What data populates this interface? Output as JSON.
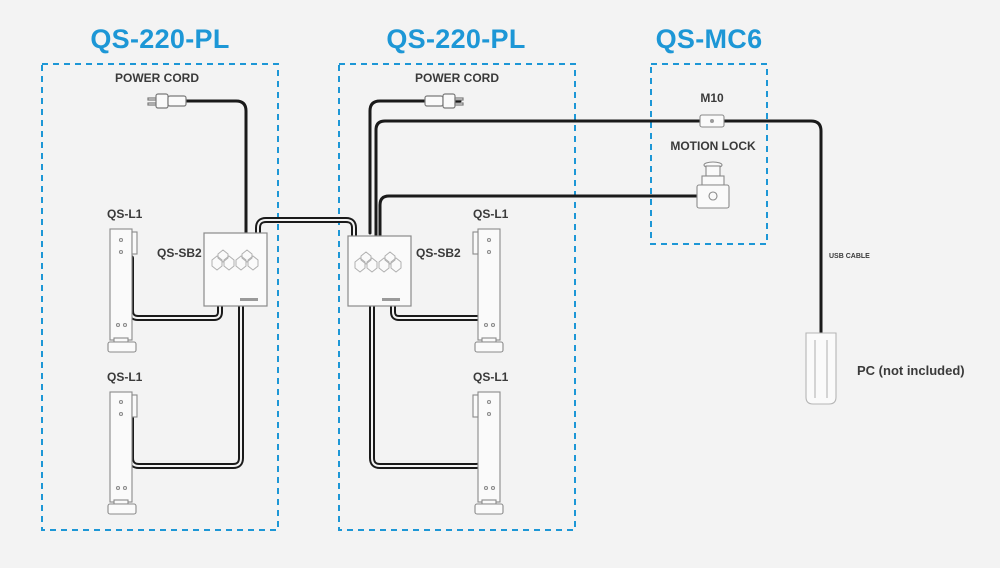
{
  "groups": [
    {
      "title": "QS-220-PL",
      "power_cord": "POWER CORD",
      "sb": "QS-SB2",
      "legs": [
        "QS-L1",
        "QS-L1"
      ]
    },
    {
      "title": "QS-220-PL",
      "power_cord": "POWER CORD",
      "sb": "QS-SB2",
      "legs": [
        "QS-L1",
        "QS-L1"
      ]
    },
    {
      "title": "QS-MC6",
      "m10": "M10",
      "motion_lock": "MOTION LOCK"
    }
  ],
  "usb_cable": "USB CABLE",
  "pc": "PC (not included)",
  "colors": {
    "accent": "#1d97d6",
    "cable": "#1a1a1a",
    "device_outline": "#9a9a9a",
    "background": "#f3f3f3"
  }
}
